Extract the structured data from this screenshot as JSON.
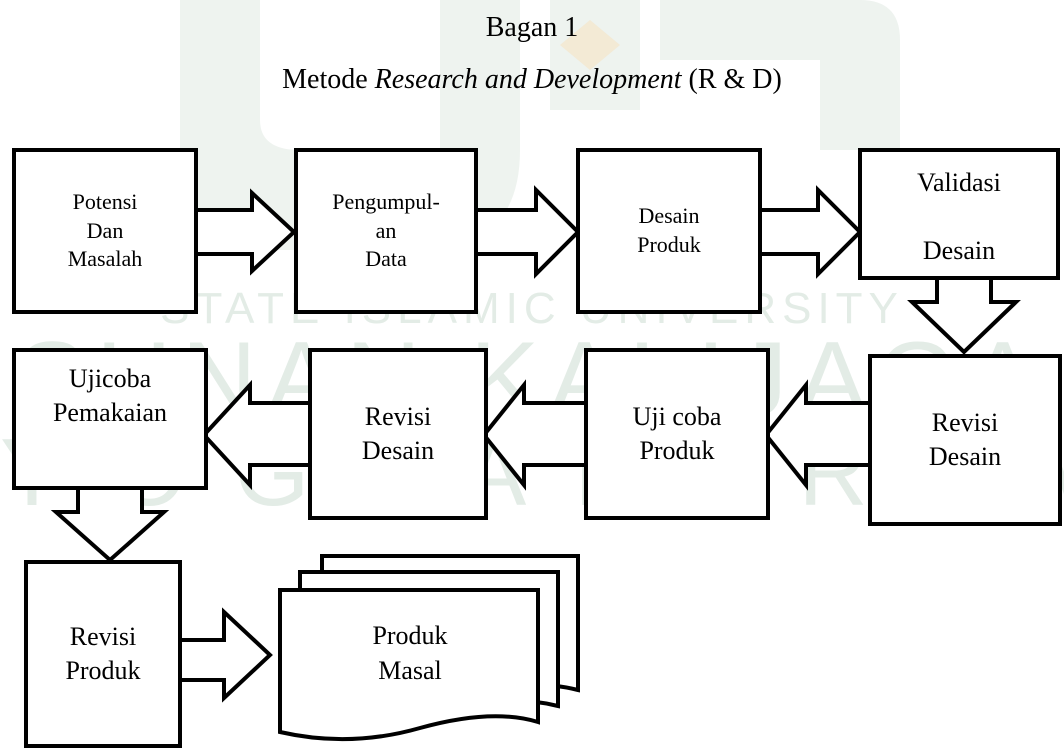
{
  "header": {
    "line1": "Bagan 1",
    "line2_prefix": "Metode ",
    "line2_italic": "Research and Development",
    "line2_suffix": " (R & D)"
  },
  "watermark": {
    "line1": "STATE ISLAMIC UNIVERSITY",
    "line2": "SUNAN KALIJAGA",
    "line3": "YOGYAKARTA",
    "logo": "uin-logo-watermark"
  },
  "steps": [
    {
      "label": "Potensi\nDan\nMasalah"
    },
    {
      "label": "Pengumpul-\nan\nData"
    },
    {
      "label": "Desain\nProduk"
    },
    {
      "label": "Validasi\n\nDesain"
    },
    {
      "label": "Revisi\nDesain"
    },
    {
      "label": "Uji coba\nProduk"
    },
    {
      "label": "Revisi\nDesain"
    },
    {
      "label": "Ujicoba\nPemakaian"
    },
    {
      "label": "Revisi\nProduk"
    }
  ],
  "final": {
    "label": "Produk\nMasal"
  },
  "colors": {
    "watermark": "#e3ece6",
    "stroke": "#000000"
  }
}
